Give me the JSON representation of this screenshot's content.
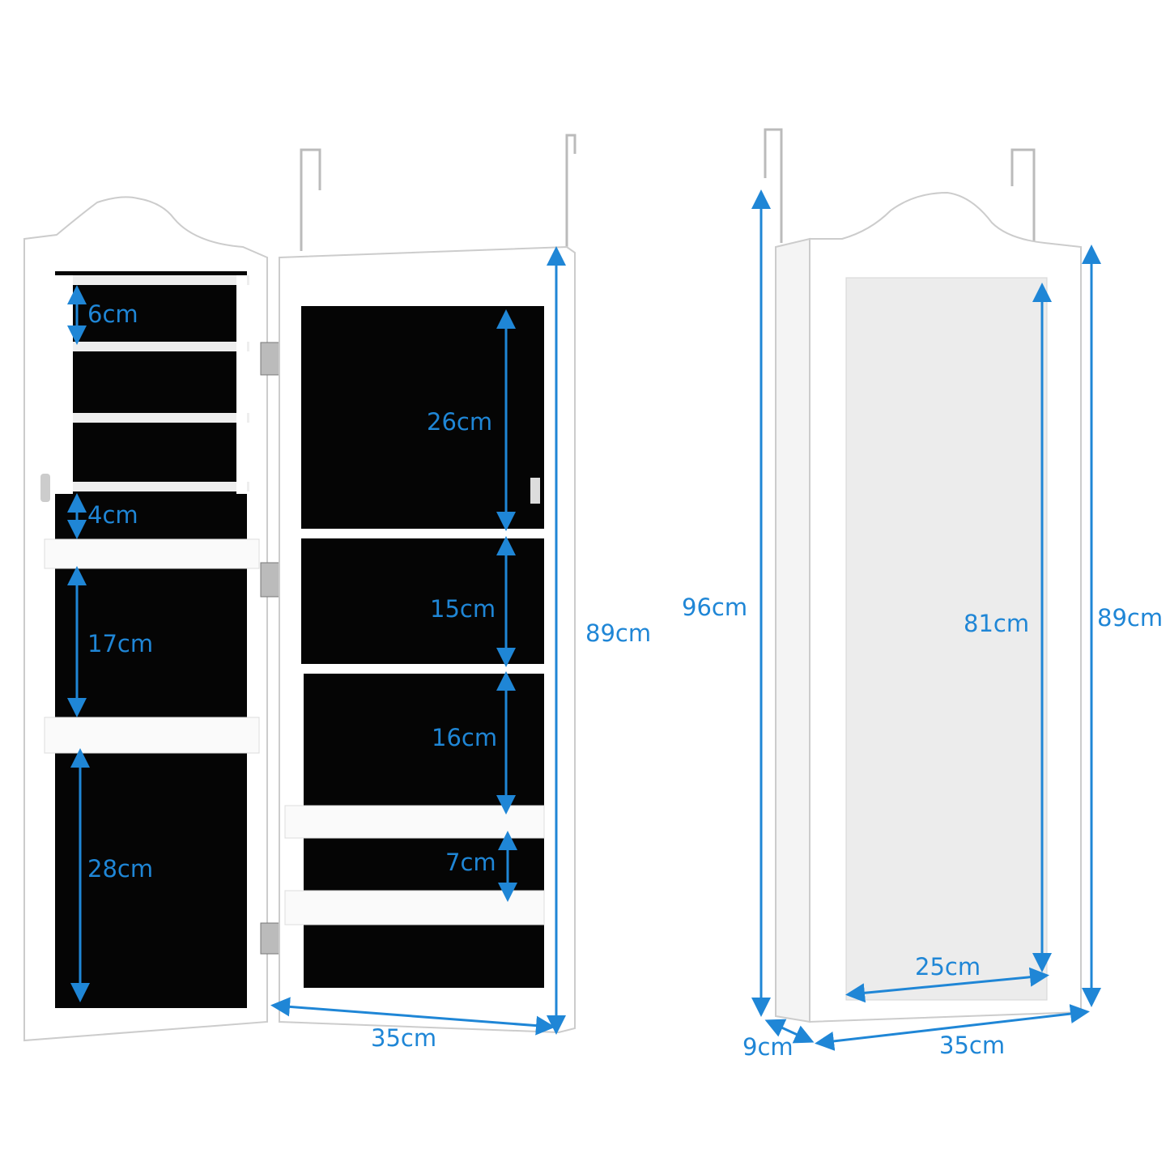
{
  "colors": {
    "dimension": "#1f86d6",
    "panel": "#000000",
    "body": "#ffffff",
    "outline": "#c9c9c9",
    "mirror": "#ebebeb"
  },
  "left_view": {
    "door": {
      "earring_row_gap": "6cm",
      "earring_to_hook_gap": "4cm",
      "middle_panel_height": "17cm",
      "bottom_panel_height": "28cm"
    },
    "cabinet": {
      "top_compartment": "26cm",
      "second_compartment": "15cm",
      "third_compartment": "16cm",
      "shelf_gap": "7cm"
    },
    "overall_height": "89cm",
    "width": "35cm"
  },
  "right_view": {
    "height_with_hooks": "96cm",
    "mirror_height": "81cm",
    "body_height": "89cm",
    "mirror_width": "25cm",
    "depth": "9cm",
    "width": "35cm"
  }
}
